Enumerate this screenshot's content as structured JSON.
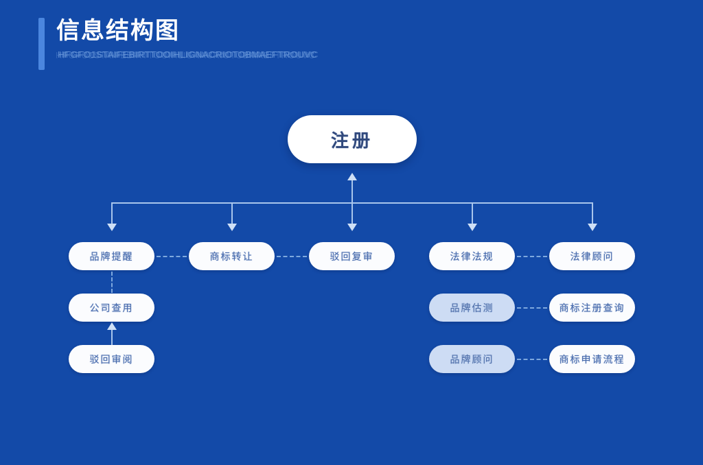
{
  "meta": {
    "background_color": "#134aa8",
    "accent_color": "#4b86de",
    "node_fill": "#fbfcfe",
    "node_fill_tinted": "#cddcf4",
    "node_text_color": "#2f56a0",
    "connector_color": "#a9c6ec",
    "dash_color": "#7ea8de"
  },
  "header": {
    "title": "信息结构图",
    "subtitle": "HFGFO1STAIFEBIRTTOOIHLIGNACRIOTOBMAEFTROUVC"
  },
  "diagram": {
    "root": {
      "label": "注册"
    },
    "row2": [
      {
        "label": "品牌提醒"
      },
      {
        "label": "商标转让"
      },
      {
        "label": "驳回复审"
      },
      {
        "label": "法律法规"
      },
      {
        "label": "法律顾问"
      }
    ],
    "row3": [
      {
        "label": "公司查用",
        "tinted": false
      },
      {
        "label": "品牌估测",
        "tinted": true
      },
      {
        "label": "商标注册查询",
        "tinted": false
      }
    ],
    "row4": [
      {
        "label": "驳回审阅",
        "tinted": false
      },
      {
        "label": "品牌顾问",
        "tinted": true
      },
      {
        "label": "商标申请流程",
        "tinted": false
      }
    ]
  }
}
